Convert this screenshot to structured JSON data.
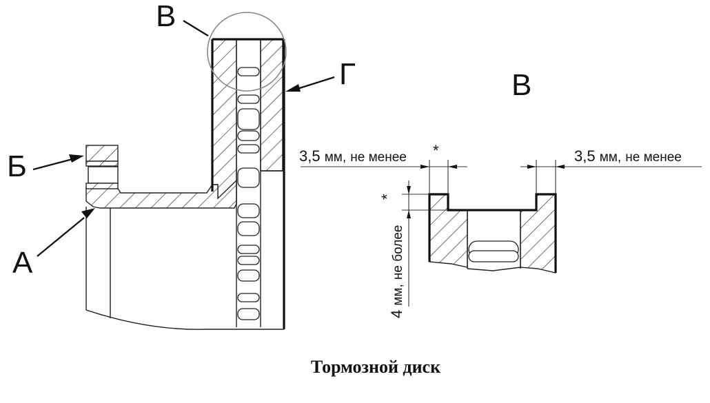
{
  "caption": "Тормозной диск",
  "main_view": {
    "callouts": [
      {
        "id": "A",
        "label": "А",
        "meaning": "hub inner bore edge"
      },
      {
        "id": "B",
        "label": "Б",
        "meaning": "hub flange face"
      },
      {
        "id": "V",
        "label": "В",
        "meaning": "detail circle at disc rim"
      },
      {
        "id": "G",
        "label": "Г",
        "meaning": "outer friction surface"
      }
    ]
  },
  "detail_view": {
    "title": "В",
    "dim_left": {
      "value": "3,5",
      "unit": "мм,",
      "qualifier": "не менее",
      "note": "*"
    },
    "dim_right": {
      "value": "3,5",
      "unit": "мм,",
      "qualifier": "не менее"
    },
    "dim_vertical": {
      "value": "4",
      "unit": "мм,",
      "qualifier": "не более",
      "note": "*"
    }
  }
}
